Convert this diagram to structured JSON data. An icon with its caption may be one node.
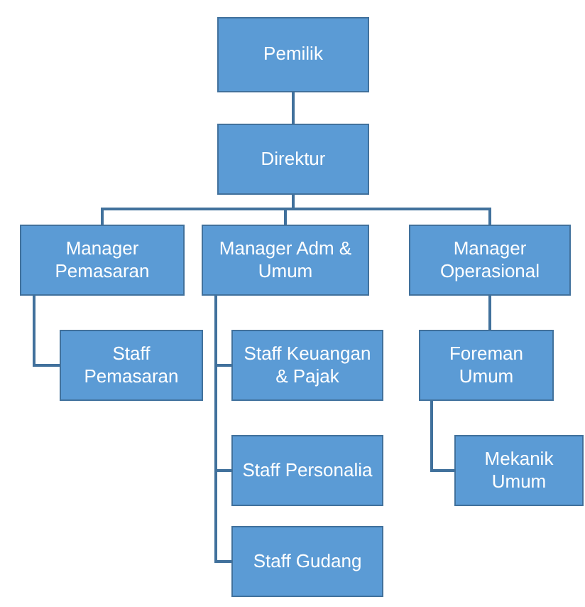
{
  "diagram": {
    "nodes": [
      {
        "text": [
          "Pemilik"
        ]
      },
      {
        "text": [
          "Direktur"
        ]
      },
      {
        "text": [
          "Manager Pemasaran"
        ]
      },
      {
        "text": [
          "Manager Adm & Umum"
        ]
      },
      {
        "text": [
          "Manager Operasional"
        ]
      },
      {
        "text": [
          "Staff Pemasaran"
        ]
      },
      {
        "text": [
          "Staff Keuangan & Pajak"
        ]
      },
      {
        "text": [
          "Staff Personalia"
        ]
      },
      {
        "text": [
          "Staff Gudang"
        ]
      },
      {
        "text": [
          "Foreman Umum"
        ]
      },
      {
        "text": [
          "Mekanik Umum"
        ]
      }
    ],
    "edges": [
      {
        "from": 0,
        "to": 1,
        "arrow": "none"
      },
      {
        "from": 1,
        "to": 2,
        "arrow": "none"
      },
      {
        "from": 1,
        "to": 3,
        "arrow": "none"
      },
      {
        "from": 1,
        "to": 4,
        "arrow": "none"
      },
      {
        "from": 2,
        "to": 5,
        "arrow": "none"
      },
      {
        "from": 3,
        "to": 6,
        "arrow": "none"
      },
      {
        "from": 3,
        "to": 7,
        "arrow": "none"
      },
      {
        "from": 3,
        "to": 8,
        "arrow": "none"
      },
      {
        "from": 4,
        "to": 9,
        "arrow": "none"
      },
      {
        "from": 9,
        "to": 10,
        "arrow": "none"
      }
    ]
  }
}
